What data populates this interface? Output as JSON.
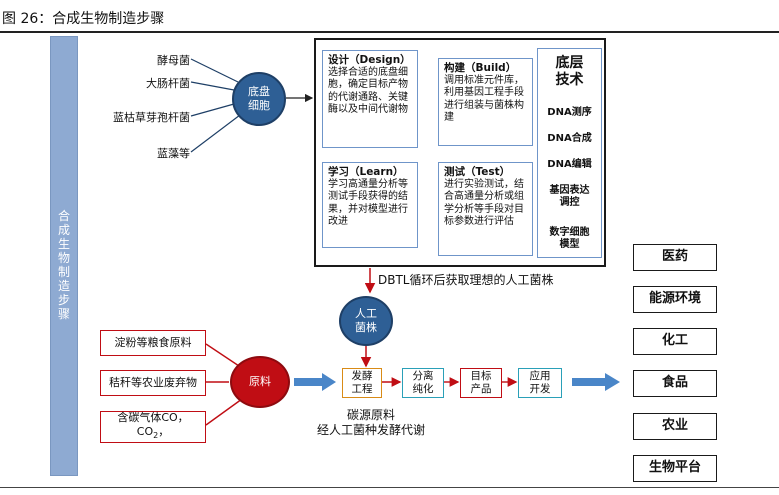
{
  "caption": "图 26：合成生物制造步骤",
  "side_bar": "合\n成\n生\n物\n制\n造\n步\n骤",
  "chassis": {
    "cells": [
      "酵母菌",
      "大肠杆菌",
      "蓝枯草芽孢杆菌",
      "蓝藻等"
    ],
    "circle": "底盘\n细胞"
  },
  "dbtl": {
    "design": {
      "title": "设计（Design）",
      "body": "选择合适的底盘细胞，确定目标产物的代谢通路、关键酶以及中间代谢物"
    },
    "build": {
      "title": "构建（Build）",
      "body": "调用标准元件库，利用基因工程手段进行组装与菌株构建"
    },
    "test": {
      "title": "测试（Test）",
      "body": "进行实验测试，结合高通量分析或组学分析等手段对目标参数进行评估"
    },
    "learn": {
      "title": "学习（Learn）",
      "body": "学习高通量分析等测试手段获得的结果，并对模型进行改进"
    }
  },
  "tech": {
    "title": "底层\n技术",
    "items": [
      "DNA测序",
      "DNA合成",
      "DNA编辑",
      "基因表达\n调控",
      "数字细胞\n模型"
    ]
  },
  "dbtl_note": "DBTL循环后获取理想的人工菌株",
  "strain_circle": "人工\n菌株",
  "materials": {
    "items": [
      "淀粉等粮食原料",
      "秸秆等农业废弃物"
    ],
    "co_line1": "含碳气体CO，",
    "co_line2": "CO",
    "co_sub": "2",
    "co_suffix": "，",
    "circle": "原料"
  },
  "process": [
    "发酵\n工程",
    "分离\n纯化",
    "目标\n产品",
    "应用\n开发"
  ],
  "process_note": "碳源原料\n经人工菌种发酵代谢",
  "applications": [
    "医药",
    "能源环境",
    "化工",
    "食品",
    "农业",
    "生物平台"
  ],
  "colors": {
    "accent_blue": "#2e5f95",
    "accent_red": "#c00d14",
    "side_bar": "#8eaad2",
    "teal": "#2aa0b8",
    "orange": "#d98b16"
  }
}
